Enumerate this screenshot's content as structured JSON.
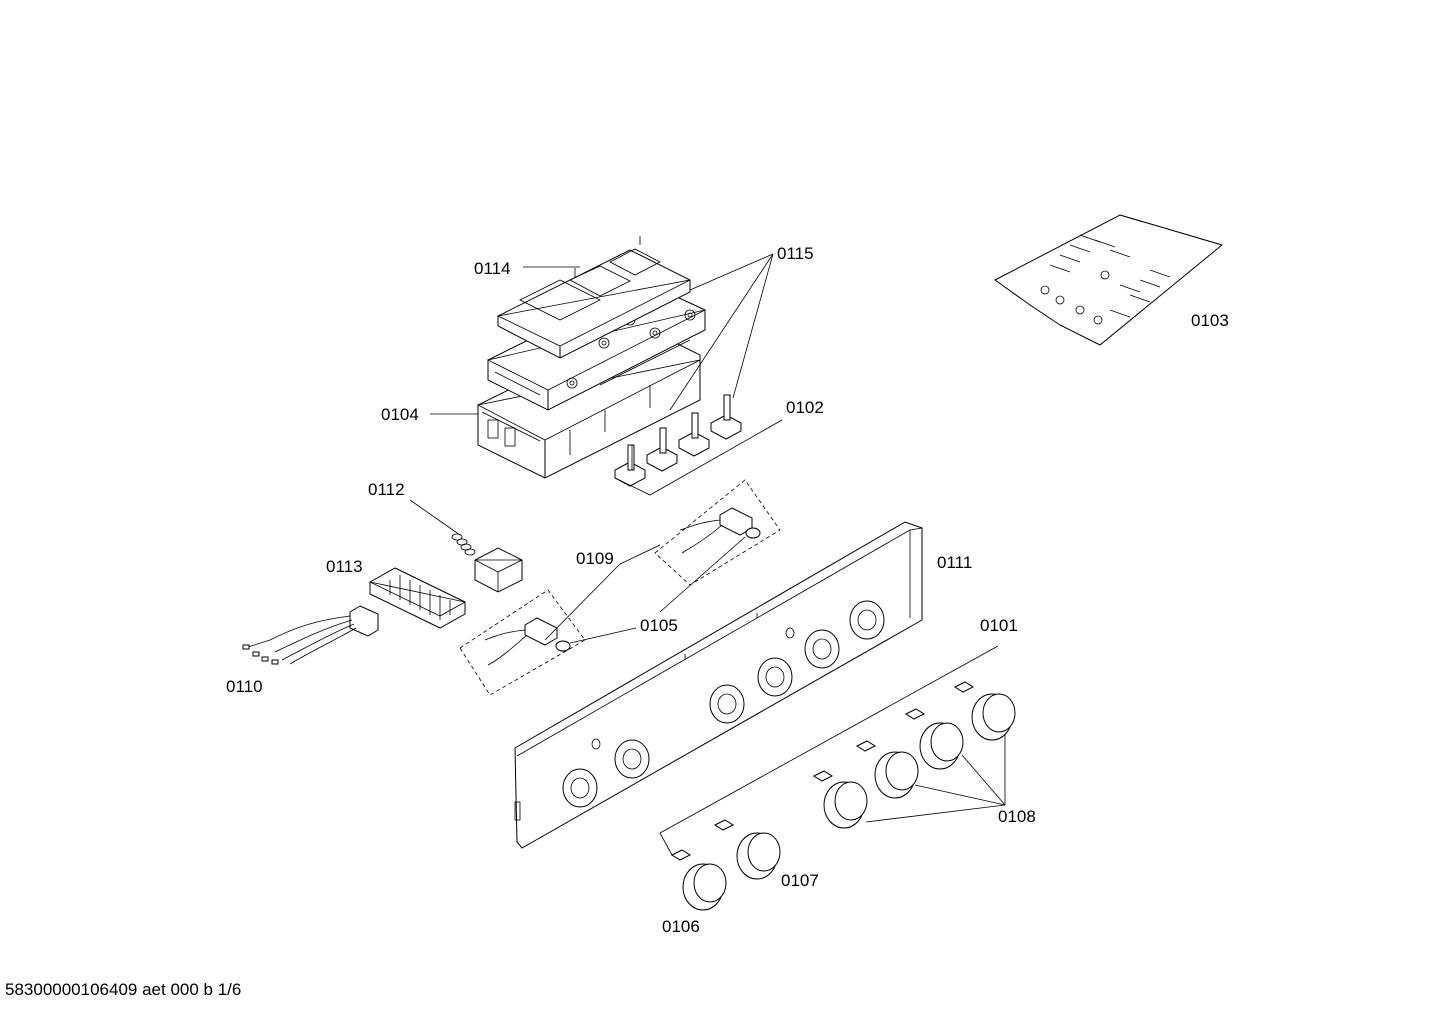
{
  "diagram": {
    "labels": {
      "p0114": "0114",
      "p0115": "0115",
      "p0103": "0103",
      "p0104": "0104",
      "p0102": "0102",
      "p0112": "0112",
      "p0109": "0109",
      "p0111": "0111",
      "p0113": "0113",
      "p0105": "0105",
      "p0101": "0101",
      "p0110": "0110",
      "p0108": "0108",
      "p0107": "0107",
      "p0106": "0106"
    }
  },
  "footer": {
    "document_id": "58300000106409 aet 000 b 1/6"
  }
}
